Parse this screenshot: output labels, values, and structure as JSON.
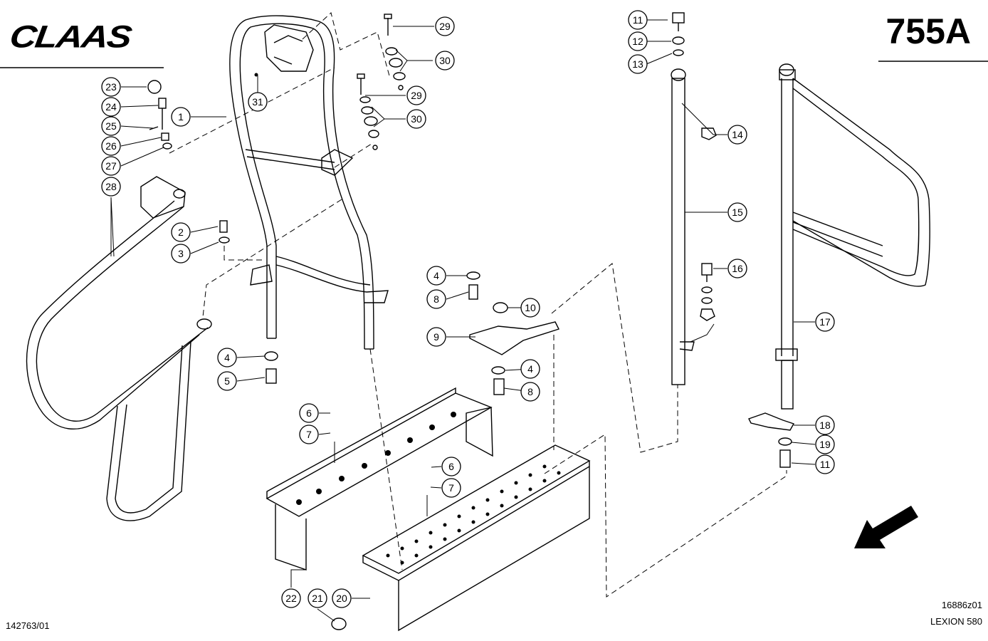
{
  "header": {
    "brand": "CLAAS",
    "page_code": "755A"
  },
  "footer": {
    "drawing_no": "142763/01",
    "figure_no": "16886z01",
    "model": "LEXION 580"
  },
  "callouts": [
    "1",
    "2",
    "3",
    "4",
    "5",
    "6",
    "7",
    "8",
    "9",
    "10",
    "11",
    "12",
    "13",
    "14",
    "15",
    "16",
    "17",
    "18",
    "19",
    "20",
    "21",
    "22",
    "23",
    "24",
    "25",
    "26",
    "27",
    "28",
    "29",
    "30",
    "31"
  ]
}
